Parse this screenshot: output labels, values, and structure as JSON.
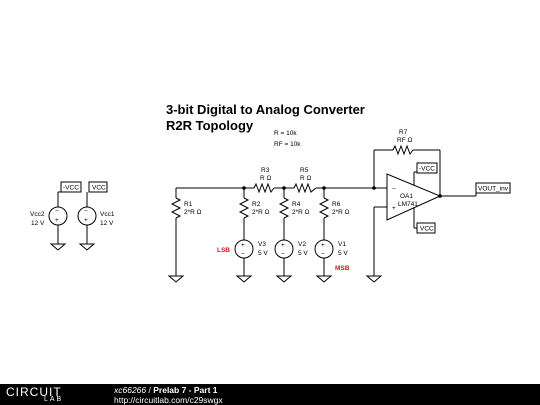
{
  "title_line1": "3-bit Digital to Analog Converter",
  "title_line2": "R2R Topology",
  "params": {
    "r": "R = 10k",
    "rf": "RF = 10k"
  },
  "components": {
    "R1": {
      "name": "R1",
      "value": "2*R Ω"
    },
    "R2": {
      "name": "R2",
      "value": "2*R Ω"
    },
    "R3": {
      "name": "R3",
      "value": "R Ω"
    },
    "R4": {
      "name": "R4",
      "value": "2*R Ω"
    },
    "R5": {
      "name": "R5",
      "value": "R Ω"
    },
    "R6": {
      "name": "R6",
      "value": "2*R Ω"
    },
    "R7": {
      "name": "R7",
      "value": "RF Ω"
    },
    "V1": {
      "name": "V1",
      "value": "5 V"
    },
    "V2": {
      "name": "V2",
      "value": "5 V"
    },
    "V3": {
      "name": "V3",
      "value": "5 V"
    },
    "Vcc1": {
      "name": "Vcc1",
      "value": "12 V"
    },
    "Vcc2": {
      "name": "Vcc2",
      "value": "12 V"
    },
    "OA1": {
      "name": "OA1",
      "value": "LM741"
    }
  },
  "labels": {
    "lsb": "LSB",
    "msb": "MSB",
    "neg_vcc": "-VCC",
    "vcc": "VCC",
    "vout": "VOUT_inv",
    "minus": "−",
    "plus": "+"
  },
  "colors": {
    "accent_red": "#e01010",
    "footer_bg": "#000000"
  },
  "footer": {
    "logo_top": "CIRCUIT",
    "logo_bottom": "LAB",
    "user": "xc66266",
    "separator": " / ",
    "project": "Prelab 7 - Part 1",
    "url": "http://circuitlab.com/c29swgx"
  }
}
